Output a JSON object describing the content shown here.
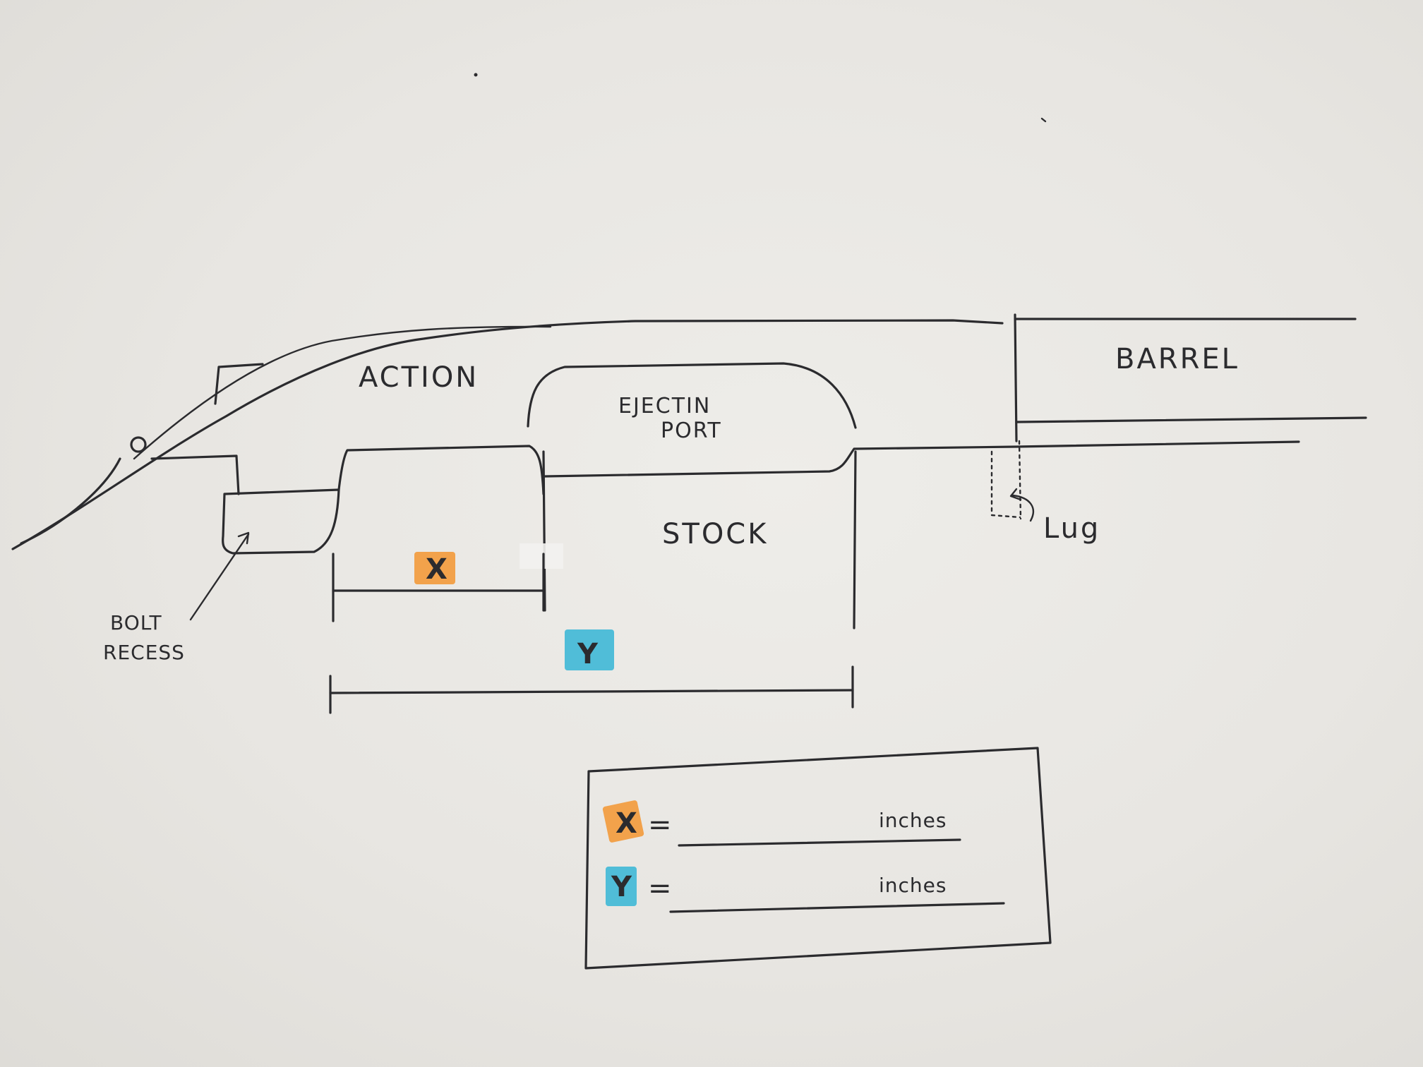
{
  "labels": {
    "action": "ACTION",
    "ejection_port_line1": "EJECTIN",
    "ejection_port_line2": "PORT",
    "barrel": "BARREL",
    "stock": "STOCK",
    "lug": "Lug",
    "bolt_recess_line1": "BOLT",
    "bolt_recess_line2": "RECESS"
  },
  "dimensions": {
    "x": {
      "letter": "X",
      "highlight_color": "#f39a3a"
    },
    "y": {
      "letter": "Y",
      "highlight_color": "#3fb8d6"
    }
  },
  "answer_box": {
    "rows": [
      {
        "letter": "X",
        "equals": "=",
        "unit": "inches",
        "highlight_color": "#f39a3a"
      },
      {
        "letter": "Y",
        "equals": "=",
        "unit": "inches",
        "highlight_color": "#3fb8d6"
      }
    ]
  },
  "colors": {
    "paper": "#e9e7e3",
    "ink": "#2b2b2e",
    "x_highlight": "#f39a3a",
    "y_highlight": "#3fb8d6"
  }
}
